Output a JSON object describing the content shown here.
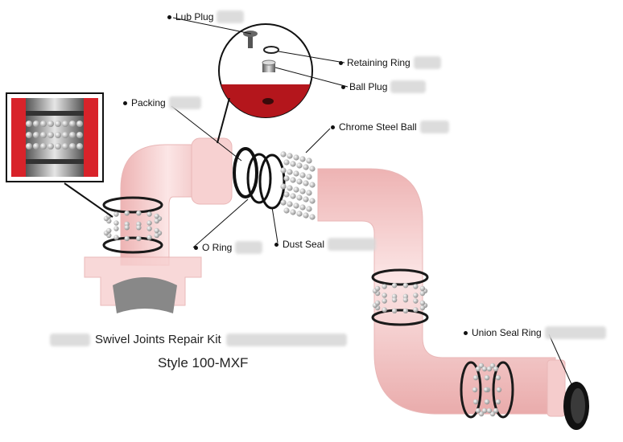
{
  "labels": {
    "lub_plug": "Lub Plug",
    "retaining_ring": "Retaining Ring",
    "ball_plug": "Ball Plug",
    "packing": "Packing",
    "chrome_steel_ball": "Chrome Steel Ball",
    "o_ring": "O Ring",
    "dust_seal": "Dust Seal",
    "union_seal_ring": "Union Seal Ring"
  },
  "title": {
    "main": "Swivel Joints Repair Kit",
    "style": "Style 100-MXF"
  },
  "colors": {
    "pipe": "#f0b3b3",
    "pipe_dark": "#d98080",
    "seal": "#1a1a1a",
    "ball": "#c9c9c9",
    "detail_red": "#d8232a"
  }
}
